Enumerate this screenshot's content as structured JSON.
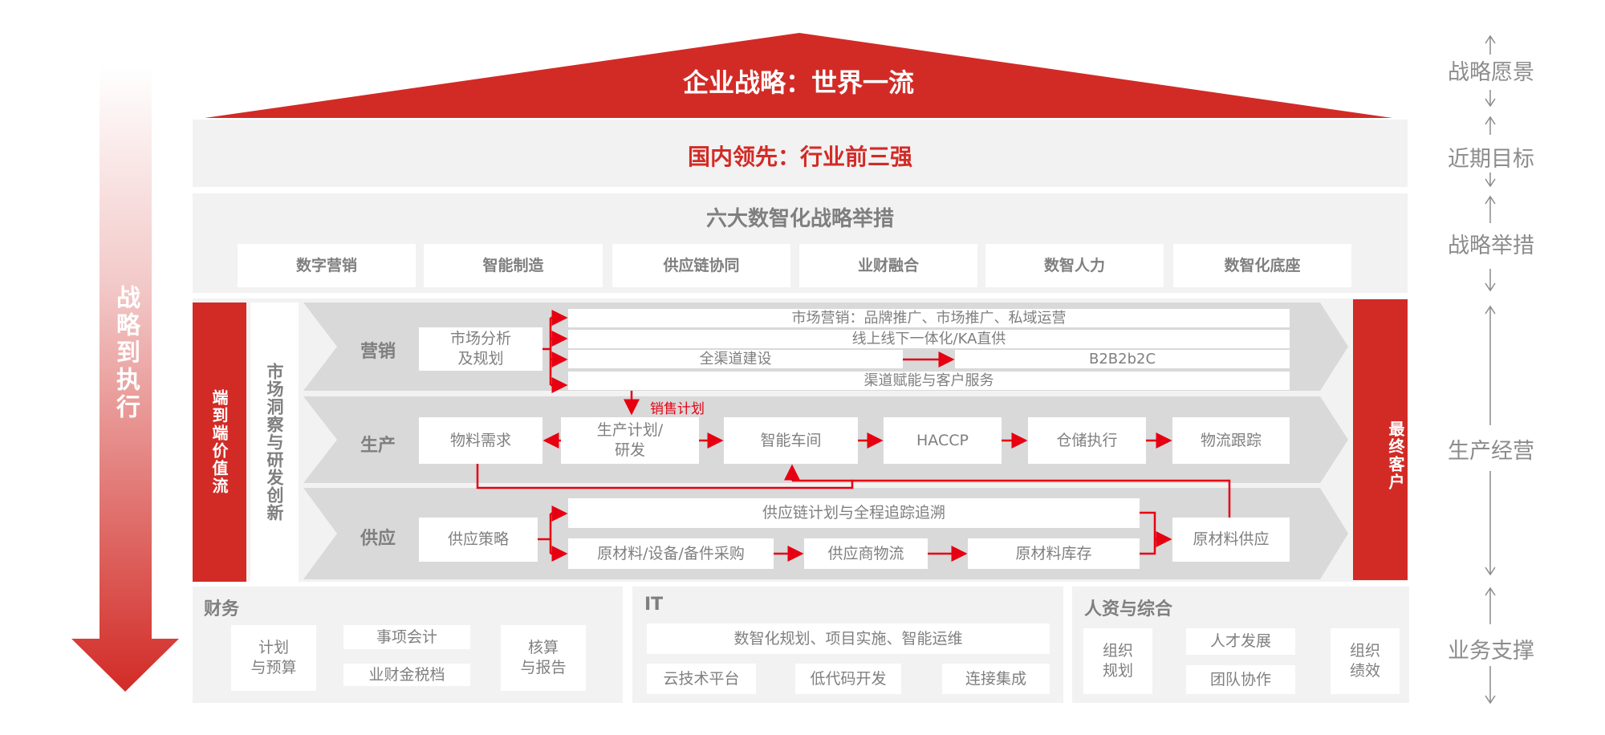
{
  "roof": {
    "title": "企业战略：世界一流"
  },
  "near_goal": {
    "title": "国内领先：行业前三强"
  },
  "measures": {
    "title": "六大数智化战略举措",
    "items": [
      "数字营销",
      "智能制造",
      "供应链协同",
      "业财融合",
      "数智人力",
      "数智化底座"
    ]
  },
  "left_arrow": {
    "label": "战略到执行"
  },
  "value_stream": {
    "label": "端到端价值流",
    "insight": "市场洞察与研发创新",
    "customer": "最终客户",
    "marketing": {
      "label": "营销",
      "source": "市场分析\n及规划",
      "bars": [
        "市场营销：品牌推广、市场推广、私域运营",
        "线上线下一体化/KA直供",
        "全渠道建设",
        "B2B2b2C",
        "渠道赋能与客户服务"
      ]
    },
    "sales_plan": "销售计划",
    "production": {
      "label": "生产",
      "steps": [
        "物料需求",
        "生产计划/\n研发",
        "智能车间",
        "HACCP",
        "仓储执行",
        "物流跟踪"
      ]
    },
    "supply": {
      "label": "供应",
      "source": "供应策略",
      "top": "供应链计划与全程追踪追溯",
      "chain": [
        "原材料/设备/备件采购",
        "供应商物流",
        "原材料库存"
      ],
      "target": "原材料供应"
    }
  },
  "finance": {
    "title": "财务",
    "a": "计划\n与预算",
    "b1": "事项会计",
    "b2": "业财金税档",
    "c": "核算\n与报告"
  },
  "it": {
    "title": "IT",
    "top": "数智化规划、项目实施、智能运维",
    "chain": [
      "云技术平台",
      "低代码开发",
      "连接集成"
    ]
  },
  "hr": {
    "title": "人资与综合",
    "a": "组织\n规划",
    "b1": "人才发展",
    "b2": "团队协作",
    "c": "组织\n绩效"
  },
  "right_labels": [
    "战略愿景",
    "近期目标",
    "战略举措",
    "生产经营",
    "业务支撑"
  ],
  "colors": {
    "red": "#d22b26",
    "gray_text": "#7f7f7f",
    "panel": "#f2f2f2",
    "chevron": "#d9d9d9",
    "arrow_red": "#e60012"
  }
}
